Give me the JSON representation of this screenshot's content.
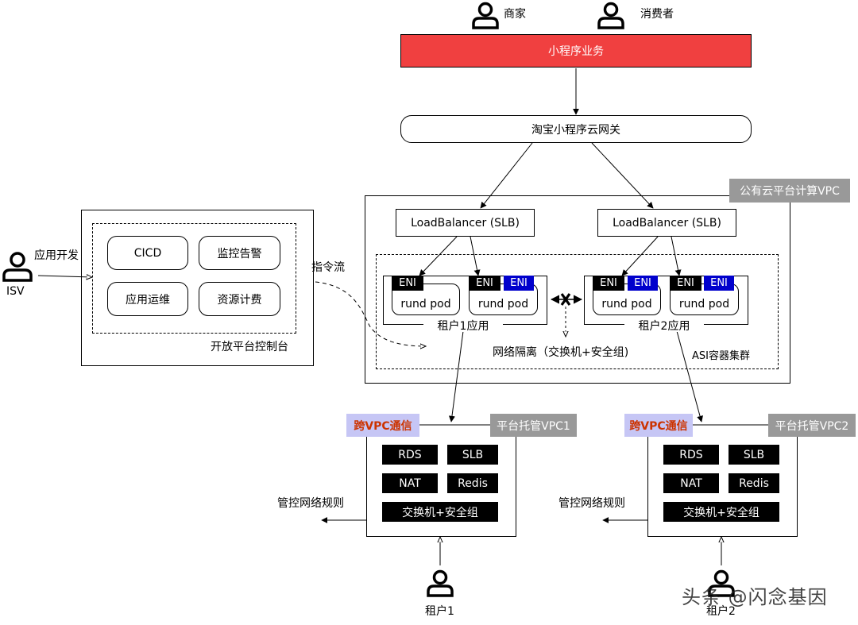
{
  "actors": {
    "merchant": "商家",
    "consumer": "消费者",
    "isv": "ISV",
    "tenant1": "租户1",
    "tenant2": "租户2"
  },
  "top": {
    "business": "小程序业务",
    "gateway": "淘宝小程序云网关"
  },
  "console": {
    "title": "开放平台控制台",
    "buttons": [
      "CICD",
      "监控告警",
      "应用运维",
      "资源计费"
    ],
    "dev_label": "应用开发",
    "command_flow": "指令流"
  },
  "compute_vpc": {
    "title": "公有云平台计算VPC",
    "slb": "LoadBalancer (SLB)",
    "cluster": "ASI容器集群",
    "eni": "ENI",
    "pod": "rund pod",
    "tenant1_app": "租户1应用",
    "tenant2_app": "租户2应用",
    "isolation": "网络隔离（交换机+安全组)"
  },
  "hosted_vpcs": [
    {
      "title": "平台托管VPC1",
      "cross": "跨VPC通信",
      "services": [
        "RDS",
        "SLB",
        "NAT",
        "Redis"
      ],
      "switch": "交换机+安全组",
      "rules": "管控网络规则"
    },
    {
      "title": "平台托管VPC2",
      "cross": "跨VPC通信",
      "services": [
        "RDS",
        "SLB",
        "NAT",
        "Redis"
      ],
      "switch": "交换机+安全组",
      "rules": "管控网络规则"
    }
  ],
  "watermark": "头条 @闪念基因",
  "colors": {
    "business_red": "#f04040",
    "eni_blue": "#0000cc",
    "tag_gray": "#999999",
    "cross_purple": "#c6c6f5",
    "cross_text": "#cc3300"
  }
}
